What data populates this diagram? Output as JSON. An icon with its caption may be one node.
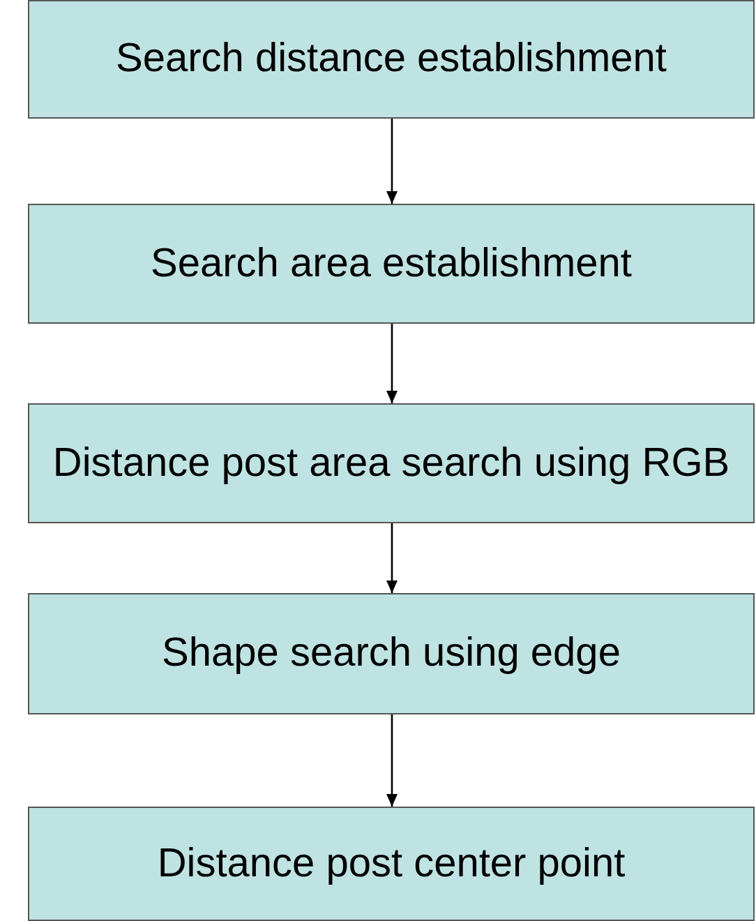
{
  "diagram": {
    "nodes": [
      {
        "text": [
          "Search distance establishment"
        ]
      },
      {
        "text": [
          "Search area establishment"
        ]
      },
      {
        "text": [
          "Distance post area search using RGB"
        ]
      },
      {
        "text": [
          "Shape search using edge"
        ]
      },
      {
        "text": [
          "Distance post center point"
        ]
      }
    ],
    "edges": [
      {
        "from": 0,
        "to": 1,
        "arrow": "to"
      },
      {
        "from": 1,
        "to": 2,
        "arrow": "to"
      },
      {
        "from": 2,
        "to": 3,
        "arrow": "to"
      },
      {
        "from": 3,
        "to": 4,
        "arrow": "to"
      }
    ]
  }
}
